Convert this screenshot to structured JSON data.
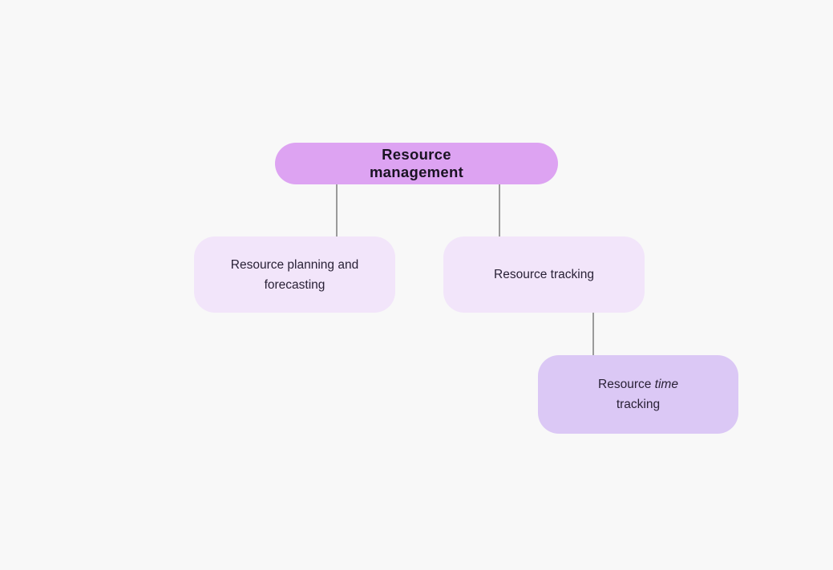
{
  "canvas": {
    "background_color": "#f8f8f8",
    "connector_color": "#9b9b9b"
  },
  "nodes": {
    "root": {
      "label": "Resource management",
      "bg_color": "#dda3f2",
      "text_color": "#1a1322"
    },
    "planning": {
      "label": "Resource planning and forecasting",
      "bg_color": "#f2e5fa",
      "text_color": "#292136"
    },
    "tracking": {
      "label": "Resource tracking",
      "bg_color": "#f2e5fa",
      "text_color": "#292136"
    },
    "time_tracking": {
      "label_prefix": "Resource",
      "label_italic": "time",
      "label_suffix": "tracking",
      "bg_color": "#dbc8f5",
      "text_color": "#292136"
    }
  }
}
